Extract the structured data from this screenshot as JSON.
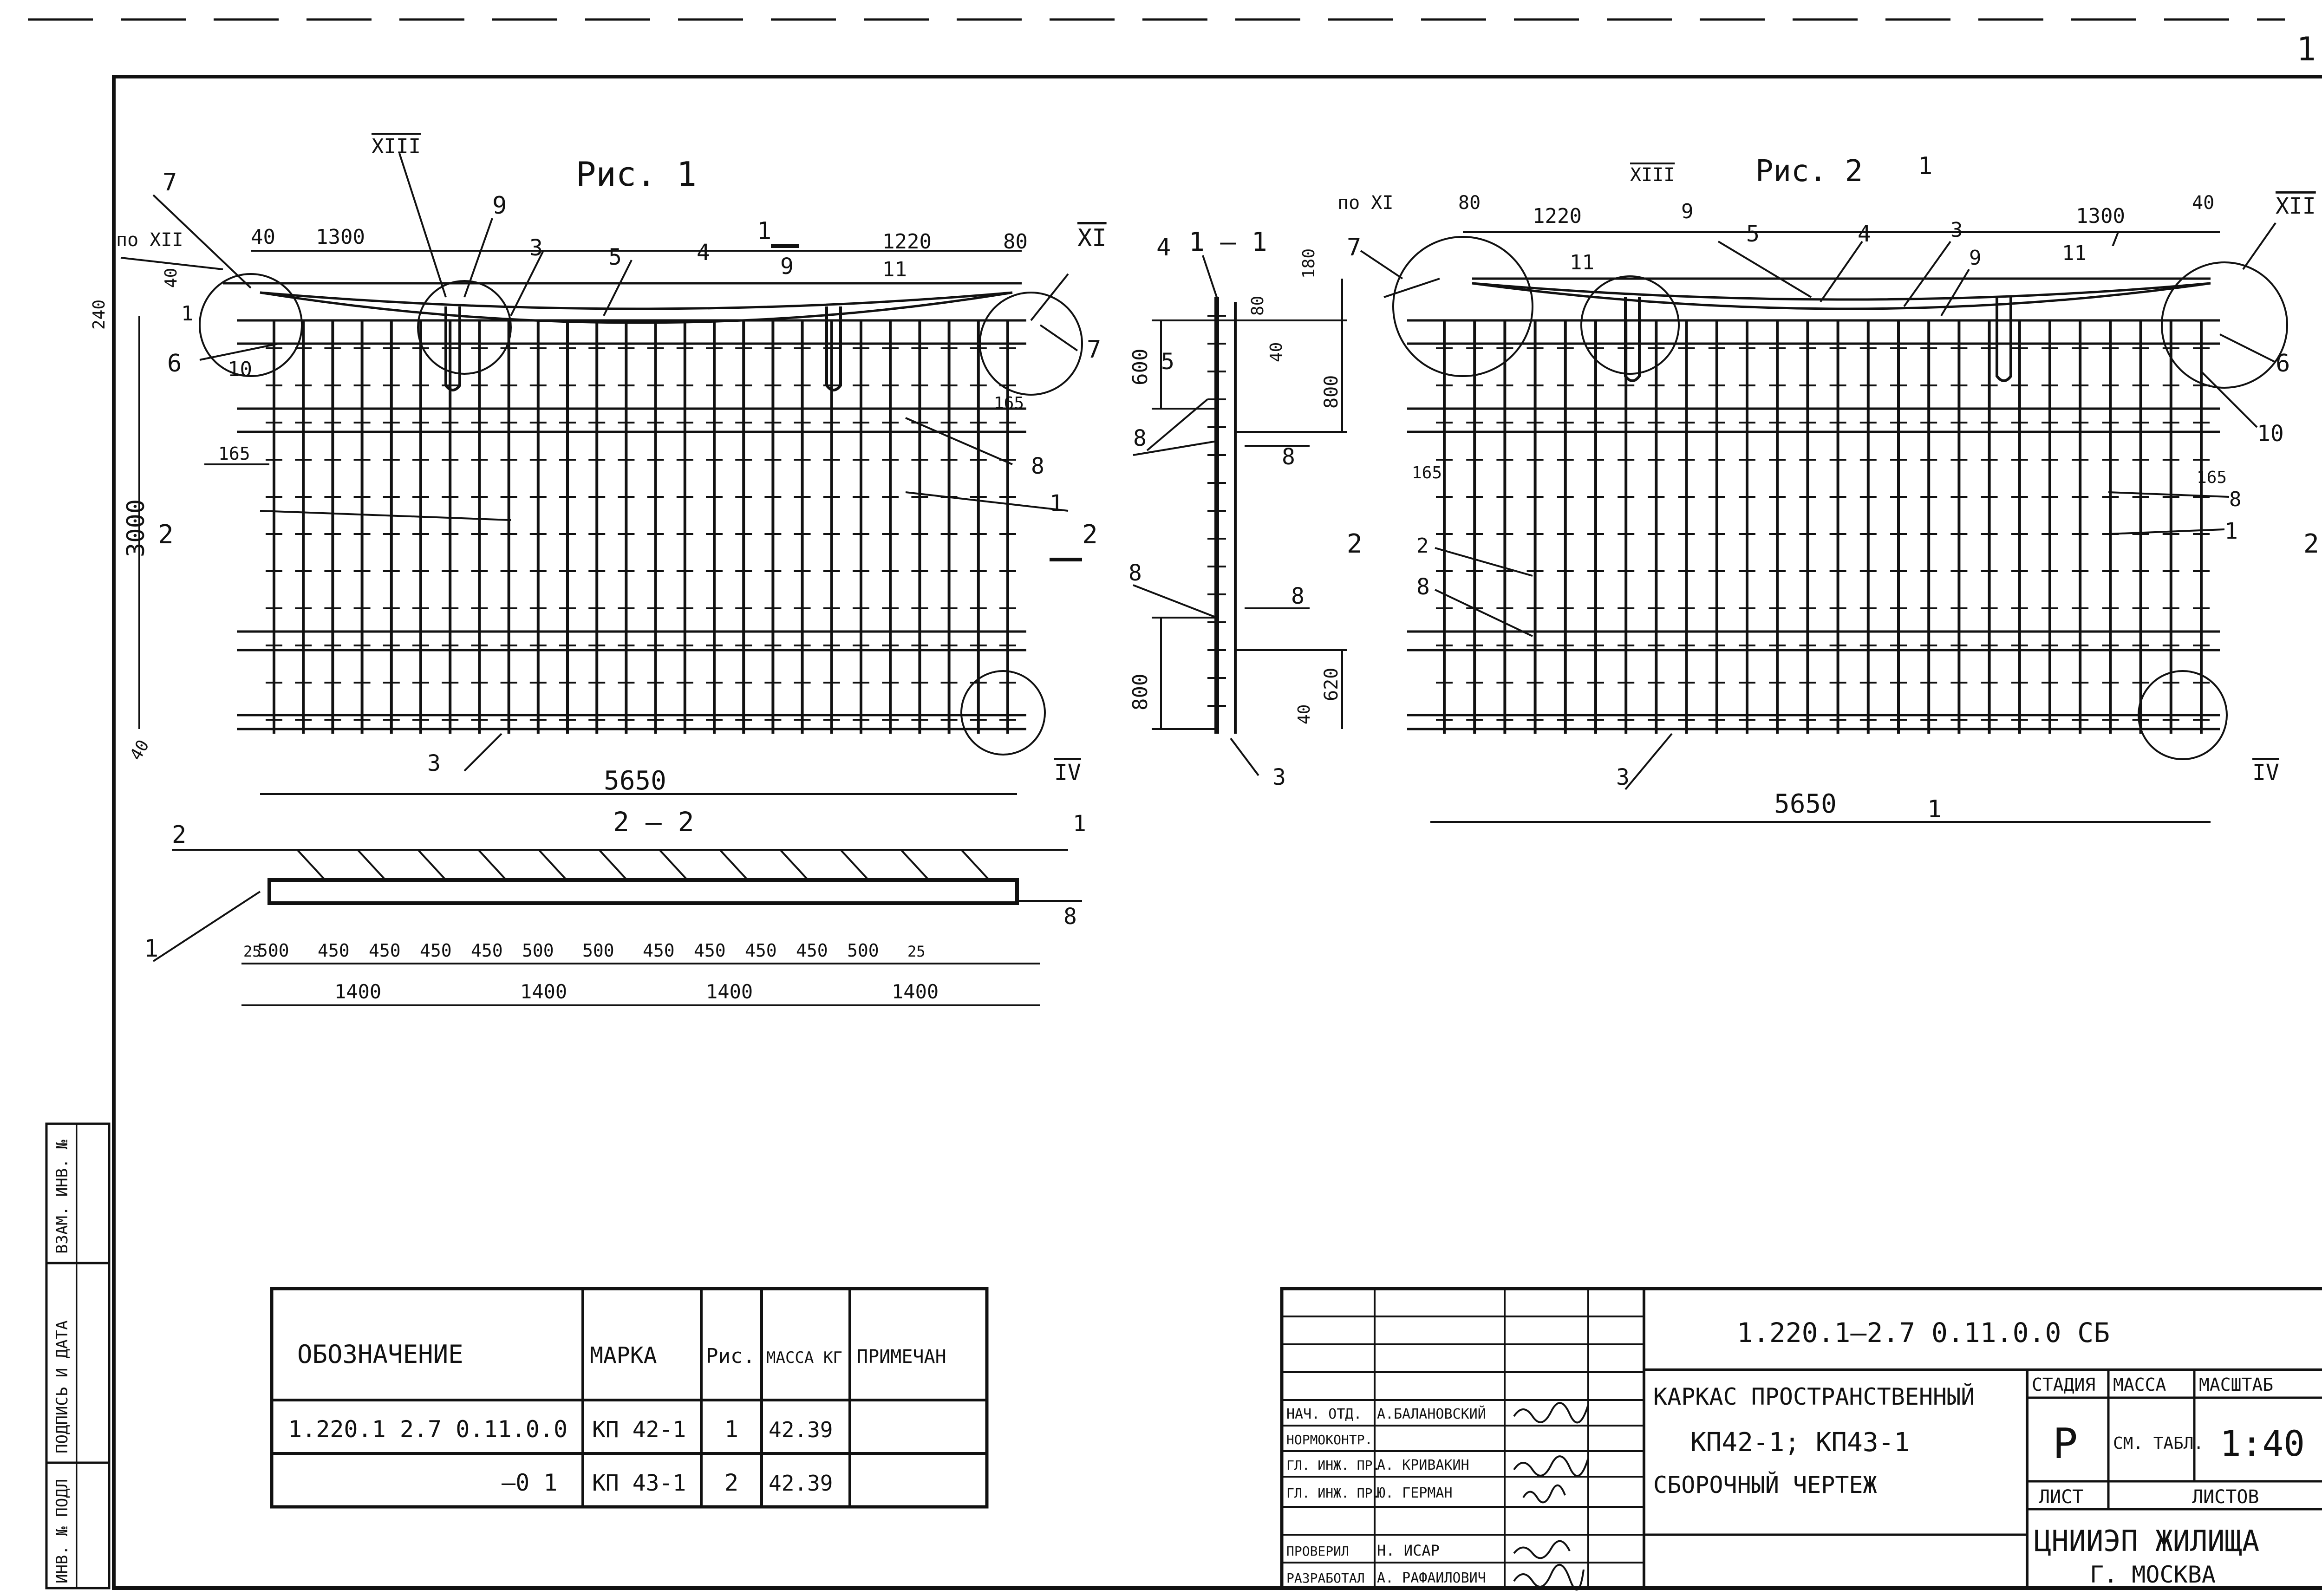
{
  "corner_mark": "1",
  "fig1": {
    "title": "Рис. 1",
    "section_mark": "1",
    "pos_labels": [
      "7",
      "по XII",
      "1",
      "10",
      "6",
      "XIII",
      "9",
      "3",
      "5",
      "4",
      "11",
      "9",
      "XI",
      "7",
      "8",
      "1"
    ],
    "dims": {
      "d40": "40",
      "d1300": "1300",
      "d1220": "1220",
      "d80": "80",
      "d240": "240",
      "d40b": "40",
      "d165a": "165",
      "d165b": "165",
      "d3000": "3000",
      "d5650": "5650",
      "d40c": "40",
      "d3": "3",
      "sec2": "2",
      "sec2b": "2"
    },
    "callouts": {
      "IV": "IV"
    }
  },
  "fig2": {
    "title": "Рис. 2",
    "section_mark": "1",
    "pos_labels": [
      "по XI",
      "7",
      "11",
      "XIII",
      "9",
      "5",
      "4",
      "3",
      "9",
      "11",
      "7",
      "XII",
      "6",
      "10",
      "8",
      "1",
      "2",
      "8"
    ],
    "dims": {
      "d80": "80",
      "d1220": "1220",
      "d1300": "1300",
      "d40": "40",
      "d165a": "165",
      "d165b": "165",
      "d5650": "5650",
      "d3": "3",
      "sec2": "2",
      "sec2b": "2",
      "sec1": "1"
    },
    "callouts": {
      "IV": "IV"
    }
  },
  "section11": {
    "title": "1 — 1",
    "labels": [
      "4",
      "5",
      "8",
      "8",
      "8",
      "8",
      "3"
    ],
    "dims": [
      "600",
      "180",
      "80",
      "40",
      "800",
      "800",
      "40",
      "620",
      "3"
    ]
  },
  "section22": {
    "title": "2 — 2",
    "labels": [
      "2",
      "1",
      "8",
      "1"
    ],
    "dims": [
      "25",
      "500",
      "450",
      "450",
      "450",
      "450",
      "500",
      "500",
      "450",
      "450",
      "450",
      "450",
      "500",
      "25"
    ],
    "totals": [
      "1400",
      "1400",
      "1400",
      "1400"
    ]
  },
  "side_stamp": {
    "labels": [
      "ВЗАМ. ИНВ. №",
      "ПОДПИСЬ И ДАТА",
      "ИНВ. № ПОДЛ"
    ]
  },
  "spec_table": {
    "headers": [
      "ОБОЗНАЧЕНИЕ",
      "МАРКА",
      "Рис.",
      "МАССА КГ",
      "ПРИМЕЧАН"
    ],
    "rows": [
      [
        "1.220.1 2.7 0.11.0.0",
        "КП 42-1",
        "1",
        "42.39",
        ""
      ],
      [
        "—0 1",
        "КП 43-1",
        "2",
        "42.39",
        ""
      ]
    ]
  },
  "title_block": {
    "doc_code": "1.220.1—2.7 0.11.0.0 СБ",
    "title_lines": [
      "КАРКАС ПРОСТРАНСТВЕННЫЙ",
      "КП42-1;  КП43-1",
      "СБОРОЧНЫЙ ЧЕРТЕЖ"
    ],
    "roles": [
      {
        "role": "НАЧ. ОТД.",
        "name": "А.БАЛАНОВСКИЙ"
      },
      {
        "role": "НОРМОКОНТР.",
        "name": ""
      },
      {
        "role": "ГЛ. ИНЖ. ПР.",
        "name": "А. КРИВАКИН"
      },
      {
        "role": "ГЛ. ИНЖ. ПР.",
        "name": "Ю. ГЕРМАН"
      },
      {
        "role": "",
        "name": ""
      },
      {
        "role": "ПРОВЕРИЛ",
        "name": "Н. ИСАР"
      },
      {
        "role": "РАЗРАБОТАЛ",
        "name": "А. РАФАИЛОВИЧ"
      }
    ],
    "stage_header": "СТАДИЯ",
    "mass_header": "МАССА",
    "scale_header": "МАСШТАБ",
    "stage_value": "Р",
    "mass_value": "СМ. ТАБЛ.",
    "scale_value": "1:40",
    "sheet_label": "ЛИСТ",
    "sheets_label": "ЛИСТОВ",
    "org_line1": "ЦНИИЭП ЖИЛИЩА",
    "org_line2": "Г. МОСКВА"
  }
}
